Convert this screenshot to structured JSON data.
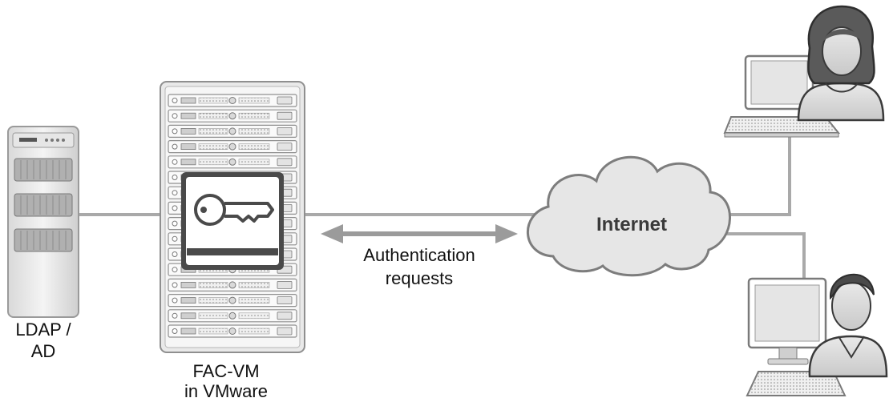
{
  "labels": {
    "ldap_line1": "LDAP /",
    "ldap_line2": "AD",
    "fac_line1": "FAC-VM",
    "fac_line2": "in VMware",
    "auth_line1": "Authentication",
    "auth_line2": "requests",
    "internet": "Internet"
  },
  "colors": {
    "line": "#a9a9a9",
    "arrow": "#9b9b9b",
    "cloud_fill": "#e6e6e6",
    "cloud_stroke": "#7d7d7d",
    "key_panel": "#4a4a4a"
  },
  "icons": {
    "ldap_server": "server-tower-icon",
    "fac_rack": "server-rack-icon",
    "key": "key-icon",
    "cloud": "cloud-icon",
    "laptop": "laptop-icon",
    "desktop": "desktop-computer-icon",
    "female_user": "female-user-icon",
    "male_user": "male-user-icon"
  }
}
